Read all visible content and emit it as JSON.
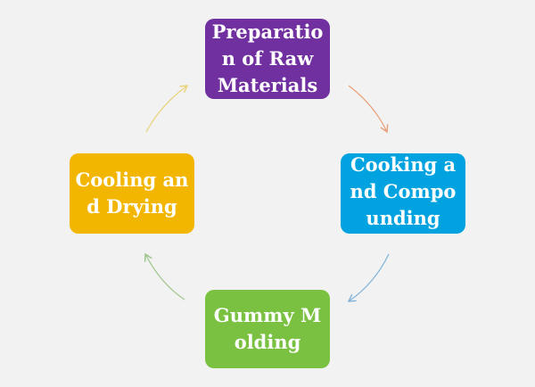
{
  "nodes": {
    "top": {
      "label": "Preparation of Raw Materials",
      "color": "#7030a0"
    },
    "right": {
      "label": "Cooking and Compounding",
      "color": "#00a3e0"
    },
    "bottom": {
      "label": "Gummy Molding",
      "color": "#7ac142"
    },
    "left": {
      "label": "Cooling and Drying",
      "color": "#f2b600"
    }
  },
  "arrows": [
    {
      "from": "top",
      "to": "right",
      "color": "#e9a07a"
    },
    {
      "from": "right",
      "to": "bottom",
      "color": "#7fb3d9"
    },
    {
      "from": "bottom",
      "to": "left",
      "color": "#9cc58a"
    },
    {
      "from": "left",
      "to": "top",
      "color": "#e8d27a"
    }
  ]
}
